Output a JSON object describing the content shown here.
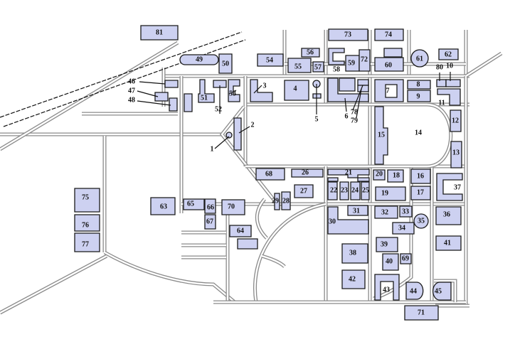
{
  "map": {
    "colors": {
      "building": "#cdd1f1",
      "outline": "#1a1a1a",
      "road": "#8a8a8a"
    },
    "labels": {
      "b1": "1",
      "b2": "2",
      "b3": "3",
      "b4": "4",
      "b5": "5",
      "b6": "6",
      "b7": "7",
      "b8": "8",
      "b9": "9",
      "b10": "10",
      "b11": "11",
      "b12": "12",
      "b13": "13",
      "b14": "14",
      "b15": "15",
      "b16": "16",
      "b17": "17",
      "b18": "18",
      "b19": "19",
      "b20": "20",
      "b21": "21",
      "b22": "22",
      "b23": "23",
      "b24": "24",
      "b25": "25",
      "b26": "26",
      "b27": "27",
      "b28": "28",
      "b29": "29",
      "b30": "30",
      "b31": "31",
      "b32": "32",
      "b33": "33",
      "b34": "34",
      "b35": "35",
      "b36": "36",
      "b37": "37",
      "b38": "38",
      "b39": "39",
      "b40": "40",
      "b41": "41",
      "b42": "42",
      "b43": "43",
      "b44": "44",
      "b45": "45",
      "b46": "46",
      "b47": "47",
      "b48": "48",
      "b49": "49",
      "b50": "50",
      "b51": "51",
      "b52": "52",
      "b53": "53",
      "b54": "54",
      "b55": "55",
      "b56": "56",
      "b57": "57",
      "b58": "58",
      "b59": "59",
      "b60": "60",
      "b61": "61",
      "b62": "62",
      "b63": "63",
      "b64": "64",
      "b65": "65",
      "b66": "66",
      "b67": "67",
      "b68": "68",
      "b69": "69",
      "b70": "70",
      "b71": "71",
      "b72": "72",
      "b73": "73",
      "b74": "74",
      "b75": "75",
      "b76": "76",
      "b77": "77",
      "b78": "78",
      "b79": "79",
      "b80": "80",
      "b81": "81"
    }
  }
}
